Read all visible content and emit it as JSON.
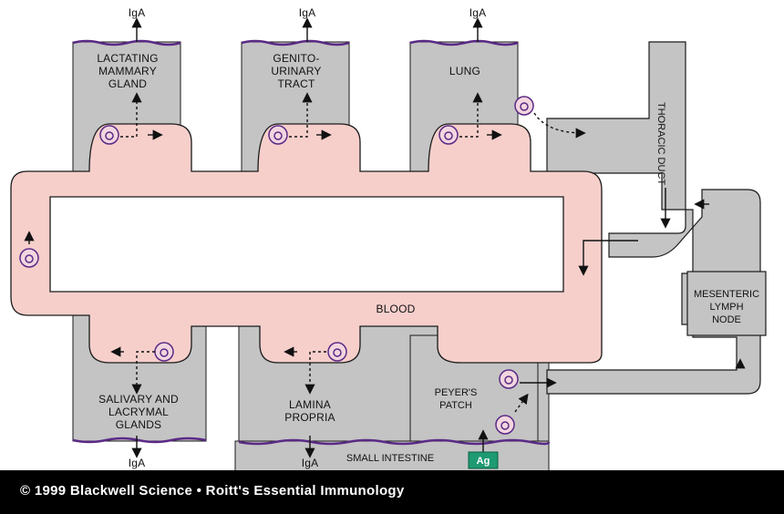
{
  "diagram": {
    "labels": {
      "lactating_mammary_gland": [
        "LACTATING",
        "MAMMARY",
        "GLAND"
      ],
      "genito_urinary_tract": [
        "GENITO-",
        "URINARY",
        "TRACT"
      ],
      "lung": "LUNG",
      "thoracic_duct": "THORACIC DUCT",
      "mesenteric_lymph_node": [
        "MESENTERIC",
        "LYMPH",
        "NODE"
      ],
      "blood": "BLOOD",
      "salivary_lacrymal_glands": [
        "SALIVARY AND",
        "LACRYMAL",
        "GLANDS"
      ],
      "lamina_propria": [
        "LAMINA",
        "PROPRIA"
      ],
      "peyers_patch": [
        "PEYER'S",
        "PATCH"
      ],
      "small_intestine": "SMALL INTESTINE",
      "antigen": "Ag",
      "iga": "IgA"
    },
    "colors": {
      "tissue": "#c4c4c4",
      "blood_vessel": "#f6cfcb",
      "outline": "#1a1a1a",
      "epithelium": "#5a2a86",
      "cell_fill": "#f2d6df",
      "antigen_box": "#1e9a72"
    }
  },
  "footer": {
    "copyright": "© 1999 Blackwell Science • Roitt's Essential Immunology"
  }
}
